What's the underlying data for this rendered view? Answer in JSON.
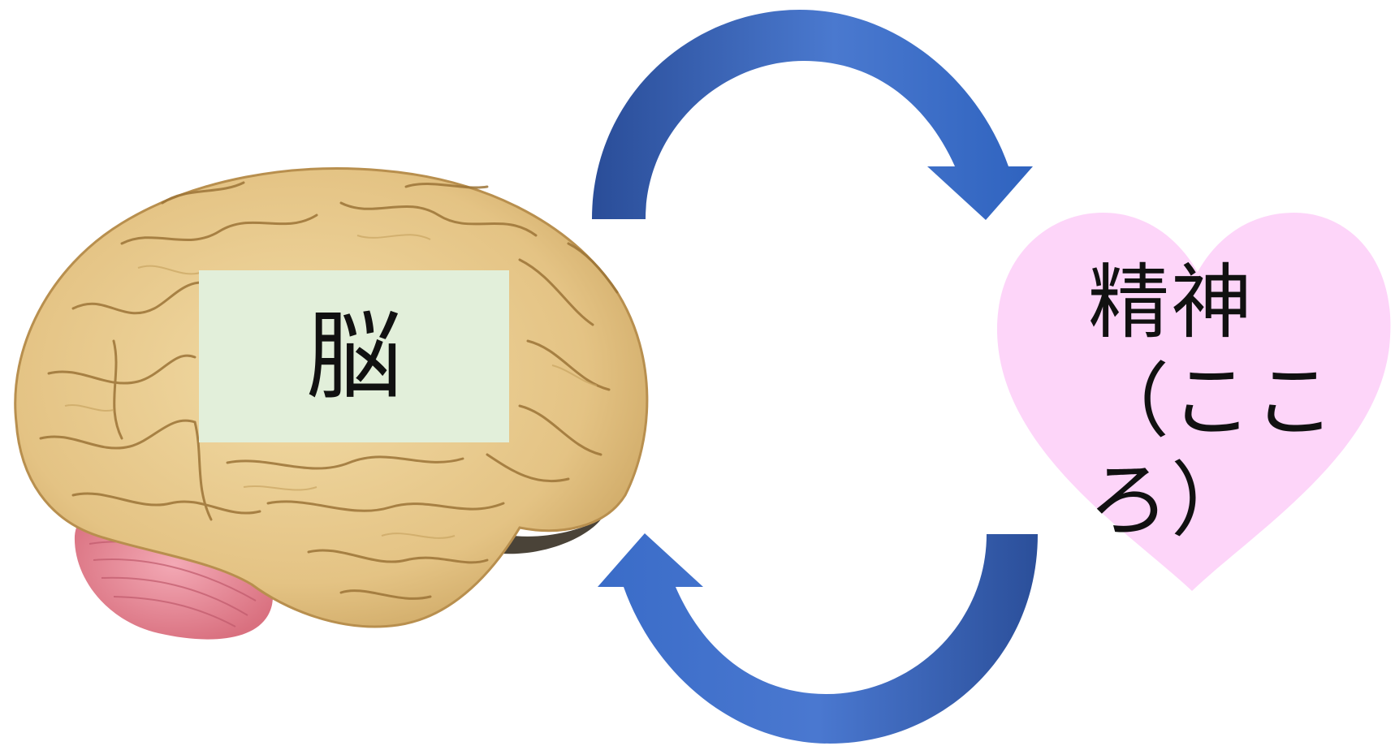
{
  "diagram": {
    "brain_label": "脳",
    "mind_label": "精神（こころ）"
  },
  "colors": {
    "background": "#ffffff",
    "brain_tissue": "#e6c98d",
    "cerebellum": "#e98fa0",
    "label_box": "#e2efda",
    "heart": "#fdd5f9",
    "arrow_blue": "#3465be"
  },
  "icons": {
    "brain": "brain-illustration",
    "heart": "heart-shape",
    "arrow_top": "curved-arrow-right-down",
    "arrow_bottom": "curved-arrow-left-up"
  }
}
